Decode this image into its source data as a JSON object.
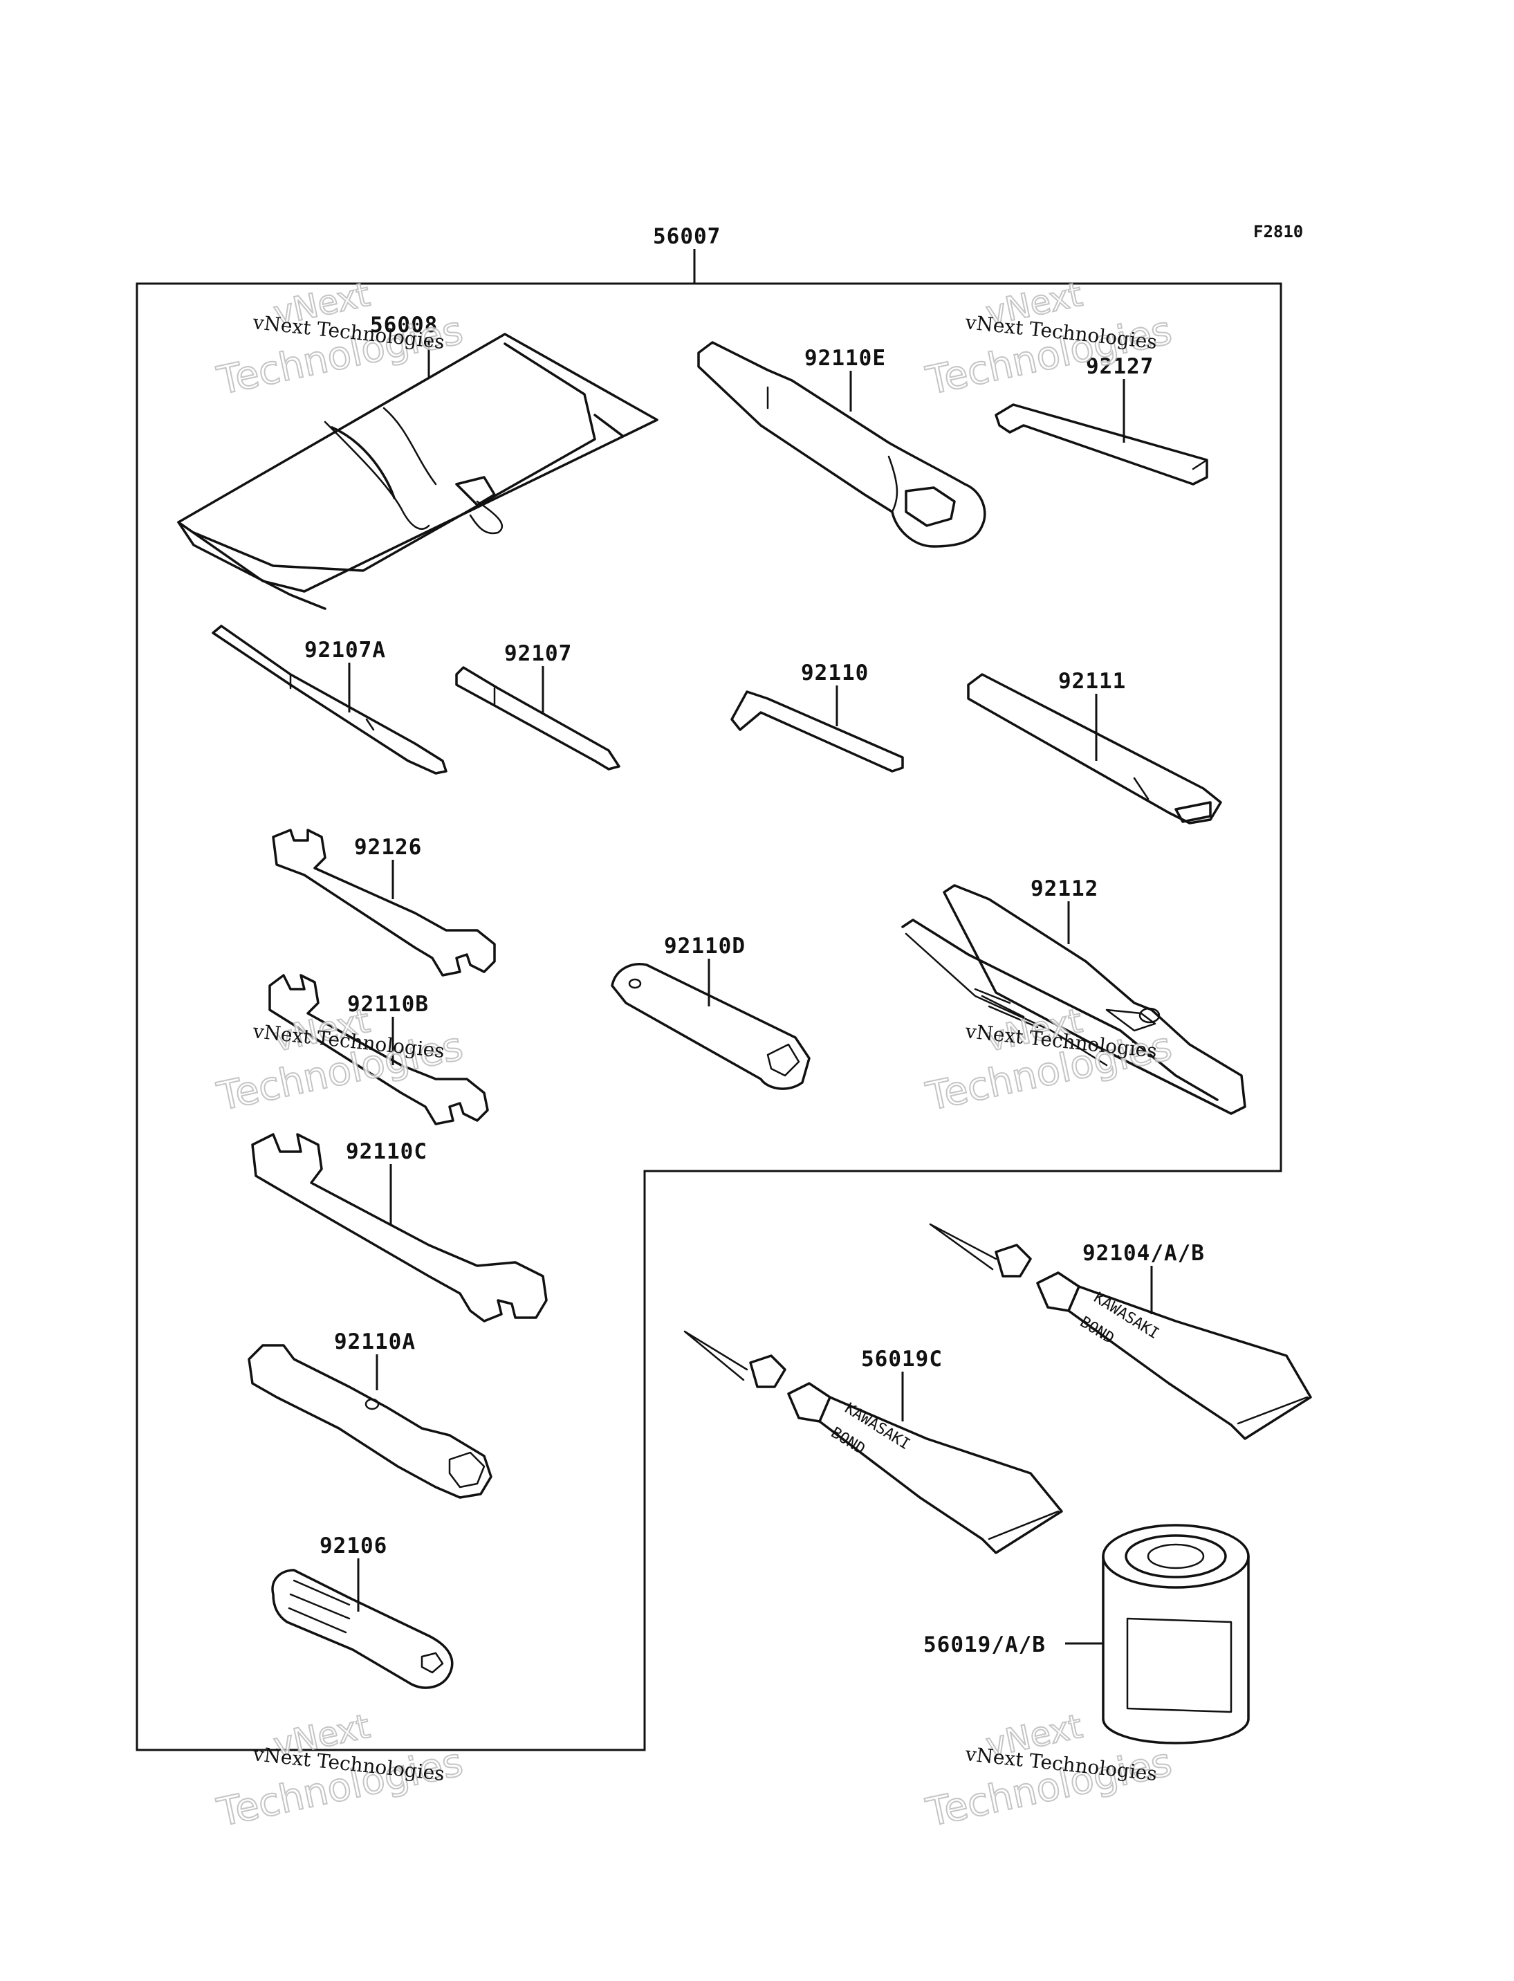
{
  "figure_code": "F2810",
  "kit_part": "56007",
  "parts": {
    "p56008": "56008",
    "p92110E": "92110E",
    "p92127": "92127",
    "p92107A": "92107A",
    "p92107": "92107",
    "p92110": "92110",
    "p92111": "92111",
    "p92126": "92126",
    "p92112": "92112",
    "p92110D": "92110D",
    "p92110B": "92110B",
    "p92110C": "92110C",
    "p92110A": "92110A",
    "p92106": "92106",
    "p92104AB": "92104/A/B",
    "p56019C": "56019C",
    "p56019AB": "56019/A/B"
  },
  "tube_text": {
    "brand": "KAWASAKI",
    "product": "BOND"
  },
  "watermark": {
    "line1": "vNext Technologies",
    "big_a": "vNext",
    "big_b": "Technologies"
  }
}
